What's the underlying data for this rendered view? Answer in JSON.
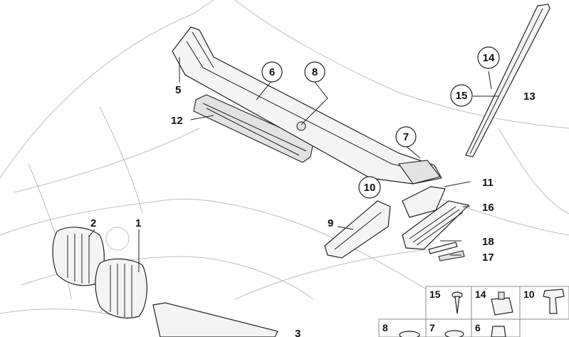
{
  "labels": {
    "p1": "1",
    "p2": "2",
    "p3": "3",
    "p5": "5",
    "p6": "6",
    "p7": "7",
    "p8": "8",
    "p9": "9",
    "p10": "10",
    "p11": "11",
    "p12": "12",
    "p13": "13",
    "p14": "14",
    "p15": "15",
    "p16": "16",
    "p17": "17",
    "p18": "18"
  },
  "fastener_table": {
    "row1": [
      "15",
      "14",
      "10"
    ],
    "row2": [
      "8",
      "7",
      "6"
    ]
  }
}
